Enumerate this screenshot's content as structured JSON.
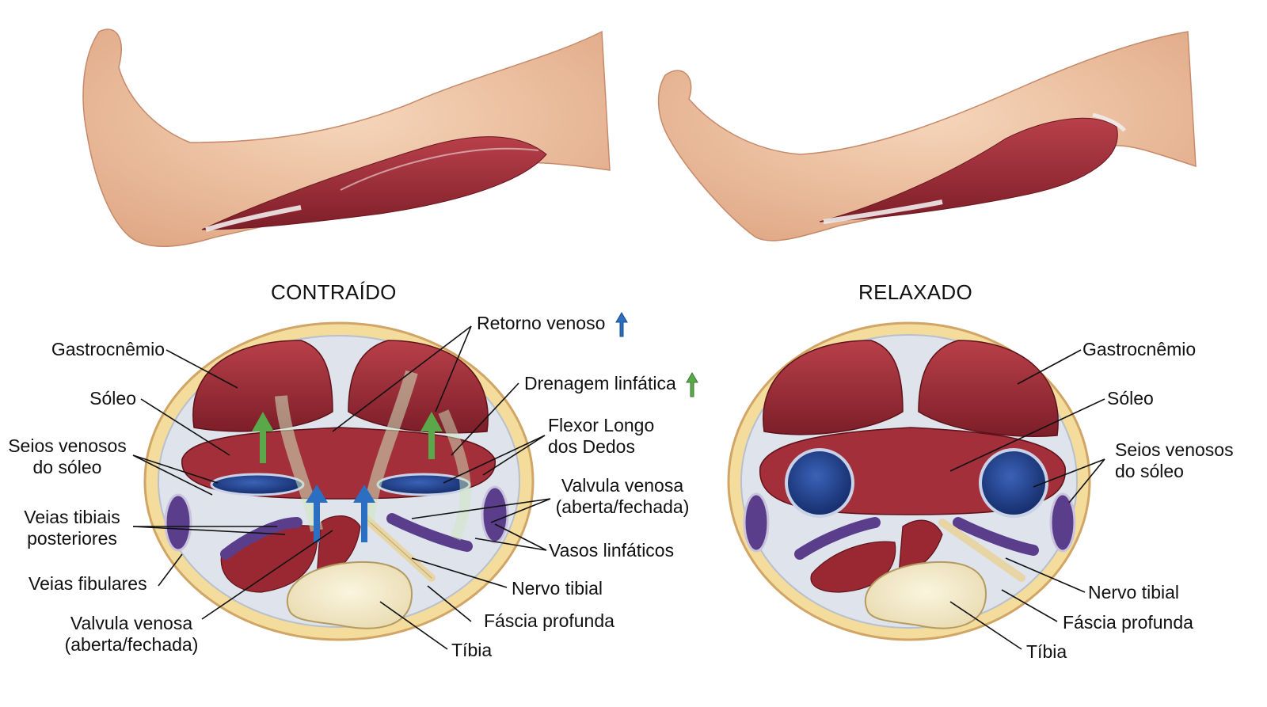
{
  "titles": {
    "left": "CONTRAÍDO",
    "right": "RELAXADO"
  },
  "left_labels": {
    "gastrocnemio": "Gastrocnêmio",
    "soleo": "Sóleo",
    "seios_l1": "Seios venosos",
    "seios_l2": "do sóleo",
    "veias_tib_l1": "Veias tibiais",
    "veias_tib_l2": "posteriores",
    "veias_fib": "Veias fibulares",
    "valvula_l1": "Valvula venosa",
    "valvula_l2": "(aberta/fechada)",
    "retorno": "Retorno venoso",
    "drenagem": "Drenagem linfática",
    "flexor_l1": "Flexor Longo",
    "flexor_l2": "dos Dedos",
    "valvula_r_l1": "Valvula venosa",
    "valvula_r_l2": "(aberta/fechada)",
    "vasos": "Vasos linfáticos",
    "nervo": "Nervo tibial",
    "fascia": "Fáscia profunda",
    "tibia": "Tíbia"
  },
  "right_labels": {
    "gastrocnemio": "Gastrocnêmio",
    "soleo": "Sóleo",
    "seios_l1": "Seios venosos",
    "seios_l2": "do sóleo",
    "nervo": "Nervo tibial",
    "fascia": "Fáscia profunda",
    "tibia": "Tíbia"
  },
  "colors": {
    "muscle": "#9e2a35",
    "muscle_dark": "#7a1d27",
    "skin": "#f2c8a8",
    "fat": "#f3dc9c",
    "fascia": "#dde3ec",
    "vein_blue": "#1f3f8a",
    "vein_purple": "#5a3e8c",
    "bone": "#f4ecd0",
    "arrow_blue": "#2a6fc2",
    "arrow_green": "#5aa84a"
  },
  "icons": [
    "arrow-up-blue-icon",
    "arrow-up-green-icon"
  ]
}
